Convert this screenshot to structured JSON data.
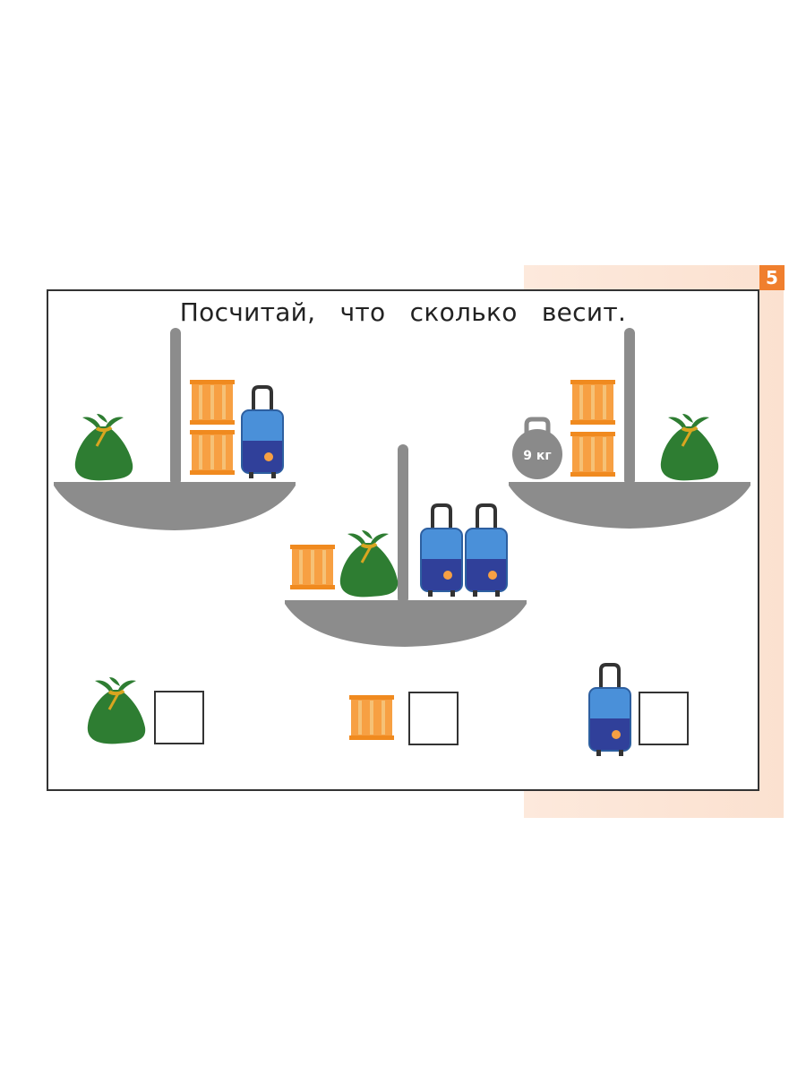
{
  "page": {
    "number": "5",
    "title": "Посчитай, что сколько весит."
  },
  "weight": {
    "label": "9 кг"
  },
  "colors": {
    "bag": "#2e7d32",
    "bag_tie": "#d9a520",
    "crate": "#f7a043",
    "suitcase": "#4a90d9",
    "suitcase_bottom": "#30409a",
    "scale": "#8c8c8c",
    "weight": "#8a8a8a",
    "page_number": "#f07f2e",
    "page_tint": "#fde9dc"
  },
  "scales": [
    {
      "position": "left",
      "left_pan": [
        "bag-icon"
      ],
      "right_pan": [
        "crate-icon",
        "crate-icon",
        "suitcase-icon"
      ]
    },
    {
      "position": "middle",
      "left_pan": [
        "crate-icon",
        "bag-icon"
      ],
      "right_pan": [
        "suitcase-icon",
        "suitcase-icon"
      ]
    },
    {
      "position": "right",
      "left_pan": [
        "weight-icon",
        "crate-icon",
        "crate-icon"
      ],
      "right_pan": [
        "bag-icon"
      ]
    }
  ],
  "answers": [
    {
      "item": "bag-icon",
      "value": ""
    },
    {
      "item": "crate-icon",
      "value": ""
    },
    {
      "item": "suitcase-icon",
      "value": ""
    }
  ]
}
